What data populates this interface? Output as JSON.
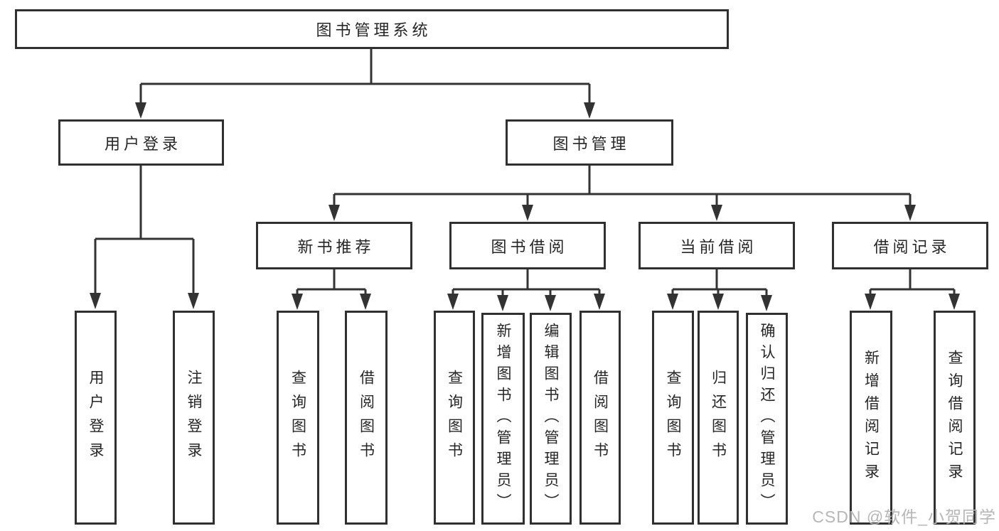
{
  "diagram": {
    "root": {
      "label": "图书管理系统"
    },
    "branches": {
      "user_login": {
        "label": "用户登录",
        "children": [
          {
            "label": "用户登录"
          },
          {
            "label": "注销登录"
          }
        ]
      },
      "book_mgmt": {
        "label": "图书管理",
        "children": [
          {
            "label": "新书推荐",
            "children": [
              {
                "label": "查询图书"
              },
              {
                "label": "借阅图书"
              }
            ]
          },
          {
            "label": "图书借阅",
            "children": [
              {
                "label": "查询图书"
              },
              {
                "label": "新增图书（管理员）"
              },
              {
                "label": "编辑图书（管理员）"
              },
              {
                "label": "借阅图书"
              }
            ]
          },
          {
            "label": "当前借阅",
            "children": [
              {
                "label": "查询图书"
              },
              {
                "label": "归还图书"
              },
              {
                "label": "确认归还（管理员）"
              }
            ]
          },
          {
            "label": "借阅记录",
            "children": [
              {
                "label": "新增借阅记录"
              },
              {
                "label": "查询借阅记录"
              }
            ]
          }
        ]
      }
    }
  },
  "watermark": {
    "text": "CSDN @软件_小贺同学"
  },
  "colors": {
    "line": "#333333",
    "border": "#303030",
    "text": "#262626",
    "background": "#ffffff",
    "watermark": "#b6b6b6"
  }
}
